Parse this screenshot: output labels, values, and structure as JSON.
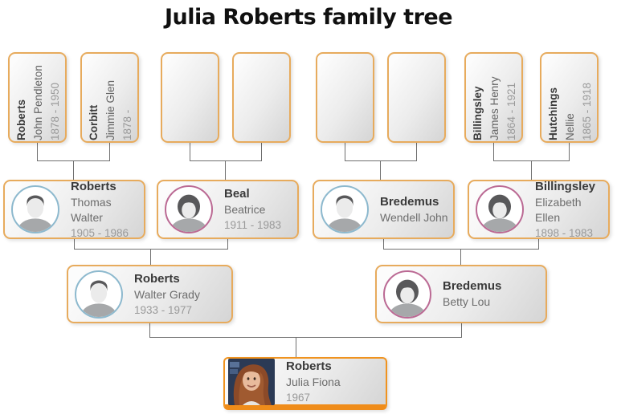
{
  "title": "Julia Roberts family tree",
  "colors": {
    "card_border": "#e7ab5d",
    "subject_border": "#f0931f",
    "connector_line": "#6f6f6f",
    "male_ring": "#8db9ce",
    "female_ring": "#bb6a94"
  },
  "generations": {
    "great_grandparents": [
      {
        "surname": "Roberts",
        "given": "John Pendleton",
        "years": "1878 - 1950"
      },
      {
        "surname": "Corbitt",
        "given": "Jimmie Glen",
        "years": "1878 -"
      },
      {
        "surname": "",
        "given": "",
        "years": ""
      },
      {
        "surname": "",
        "given": "",
        "years": ""
      },
      {
        "surname": "",
        "given": "",
        "years": ""
      },
      {
        "surname": "",
        "given": "",
        "years": ""
      },
      {
        "surname": "Billingsley",
        "given": "James Henry",
        "years": "1864 - 1921"
      },
      {
        "surname": "Hutchings",
        "given": "Nellie",
        "years": "1865 - 1918"
      }
    ],
    "grandparents": [
      {
        "surname": "Roberts",
        "given": "Thomas Walter",
        "years": "1905 - 1986",
        "gender": "male"
      },
      {
        "surname": "Beal",
        "given": "Beatrice",
        "years": "1911 - 1983",
        "gender": "female"
      },
      {
        "surname": "Bredemus",
        "given": "Wendell John",
        "years": "",
        "gender": "male"
      },
      {
        "surname": "Billingsley",
        "given": "Elizabeth Ellen",
        "years": "1898 - 1983",
        "gender": "female"
      }
    ],
    "parents": [
      {
        "surname": "Roberts",
        "given": "Walter Grady",
        "years": "1933 - 1977",
        "gender": "male"
      },
      {
        "surname": "Bredemus",
        "given": "Betty Lou",
        "years": "",
        "gender": "female"
      }
    ],
    "subject": {
      "surname": "Roberts",
      "given": "Julia Fiona",
      "years": "1967",
      "gender": "female"
    }
  }
}
